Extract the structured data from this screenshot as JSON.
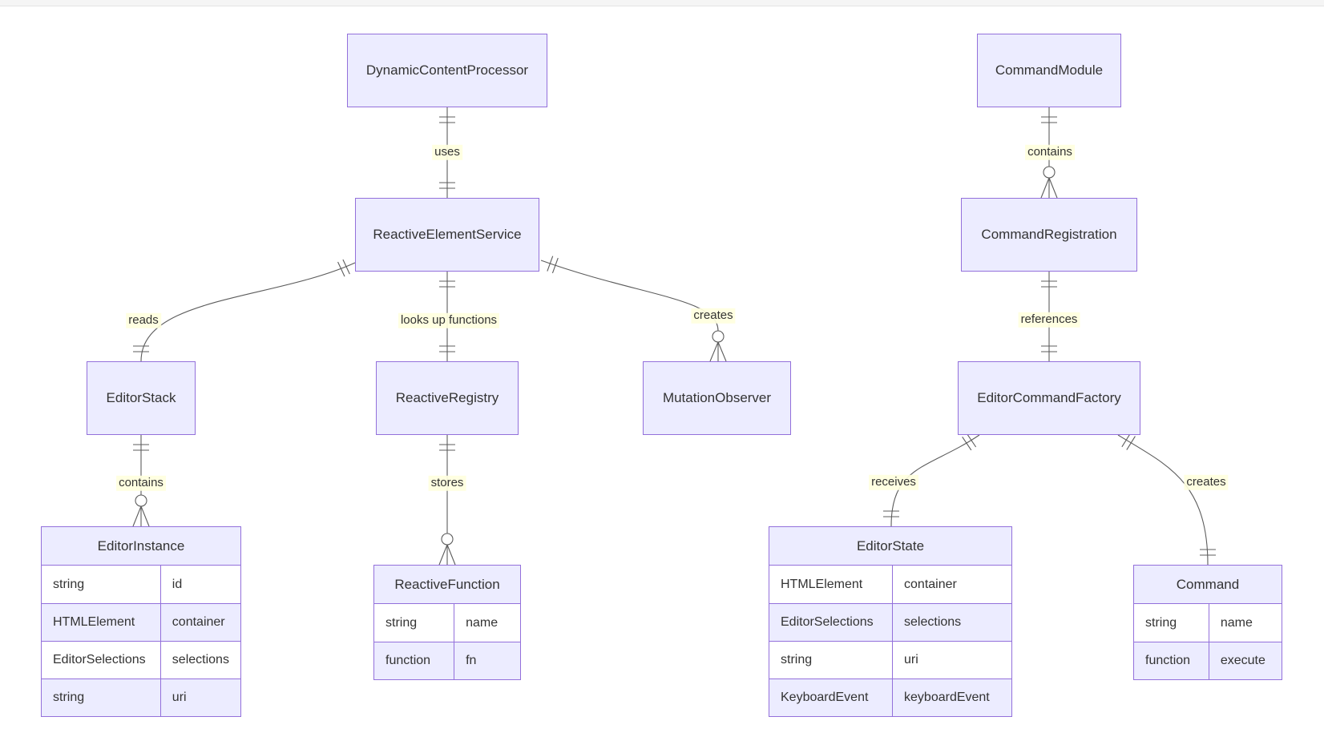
{
  "diagram": {
    "kind": "entity-relationship-diagram",
    "entities": [
      {
        "name": "DynamicContentProcessor",
        "attributes": []
      },
      {
        "name": "ReactiveElementService",
        "attributes": []
      },
      {
        "name": "EditorStack",
        "attributes": []
      },
      {
        "name": "ReactiveRegistry",
        "attributes": []
      },
      {
        "name": "MutationObserver",
        "attributes": []
      },
      {
        "name": "EditorInstance",
        "attributes": [
          {
            "type": "string",
            "name": "id"
          },
          {
            "type": "HTMLElement",
            "name": "container"
          },
          {
            "type": "EditorSelections",
            "name": "selections"
          },
          {
            "type": "string",
            "name": "uri"
          }
        ]
      },
      {
        "name": "ReactiveFunction",
        "attributes": [
          {
            "type": "string",
            "name": "name"
          },
          {
            "type": "function",
            "name": "fn"
          }
        ]
      },
      {
        "name": "CommandModule",
        "attributes": []
      },
      {
        "name": "CommandRegistration",
        "attributes": []
      },
      {
        "name": "EditorCommandFactory",
        "attributes": []
      },
      {
        "name": "EditorState",
        "attributes": [
          {
            "type": "HTMLElement",
            "name": "container"
          },
          {
            "type": "EditorSelections",
            "name": "selections"
          },
          {
            "type": "string",
            "name": "uri"
          },
          {
            "type": "KeyboardEvent",
            "name": "keyboardEvent"
          }
        ]
      },
      {
        "name": "Command",
        "attributes": [
          {
            "type": "string",
            "name": "name"
          },
          {
            "type": "function",
            "name": "execute"
          }
        ]
      }
    ],
    "relationships": [
      {
        "from": "DynamicContentProcessor",
        "to": "ReactiveElementService",
        "label": "uses",
        "from_cardinality": "exactly-one",
        "to_cardinality": "exactly-one"
      },
      {
        "from": "ReactiveElementService",
        "to": "EditorStack",
        "label": "reads",
        "from_cardinality": "exactly-one",
        "to_cardinality": "exactly-one"
      },
      {
        "from": "ReactiveElementService",
        "to": "ReactiveRegistry",
        "label": "looks up functions",
        "from_cardinality": "exactly-one",
        "to_cardinality": "exactly-one"
      },
      {
        "from": "ReactiveElementService",
        "to": "MutationObserver",
        "label": "creates",
        "from_cardinality": "exactly-one",
        "to_cardinality": "zero-or-many"
      },
      {
        "from": "EditorStack",
        "to": "EditorInstance",
        "label": "contains",
        "from_cardinality": "exactly-one",
        "to_cardinality": "zero-or-many"
      },
      {
        "from": "ReactiveRegistry",
        "to": "ReactiveFunction",
        "label": "stores",
        "from_cardinality": "exactly-one",
        "to_cardinality": "zero-or-many"
      },
      {
        "from": "CommandModule",
        "to": "CommandRegistration",
        "label": "contains",
        "from_cardinality": "exactly-one",
        "to_cardinality": "zero-or-many"
      },
      {
        "from": "CommandRegistration",
        "to": "EditorCommandFactory",
        "label": "references",
        "from_cardinality": "exactly-one",
        "to_cardinality": "exactly-one"
      },
      {
        "from": "EditorCommandFactory",
        "to": "EditorState",
        "label": "receives",
        "from_cardinality": "exactly-one",
        "to_cardinality": "exactly-one"
      },
      {
        "from": "EditorCommandFactory",
        "to": "Command",
        "label": "creates",
        "from_cardinality": "exactly-one",
        "to_cardinality": "exactly-one"
      }
    ],
    "colors": {
      "entity_fill": "#ECECFF",
      "entity_border": "#9370DB",
      "attribute_row_odd_fill": "#FFFFFF",
      "attribute_row_even_fill": "#ECECFF",
      "edge_stroke": "#5C5C5C",
      "edge_label_background": "#FFFFDE",
      "text": "#333333"
    }
  }
}
